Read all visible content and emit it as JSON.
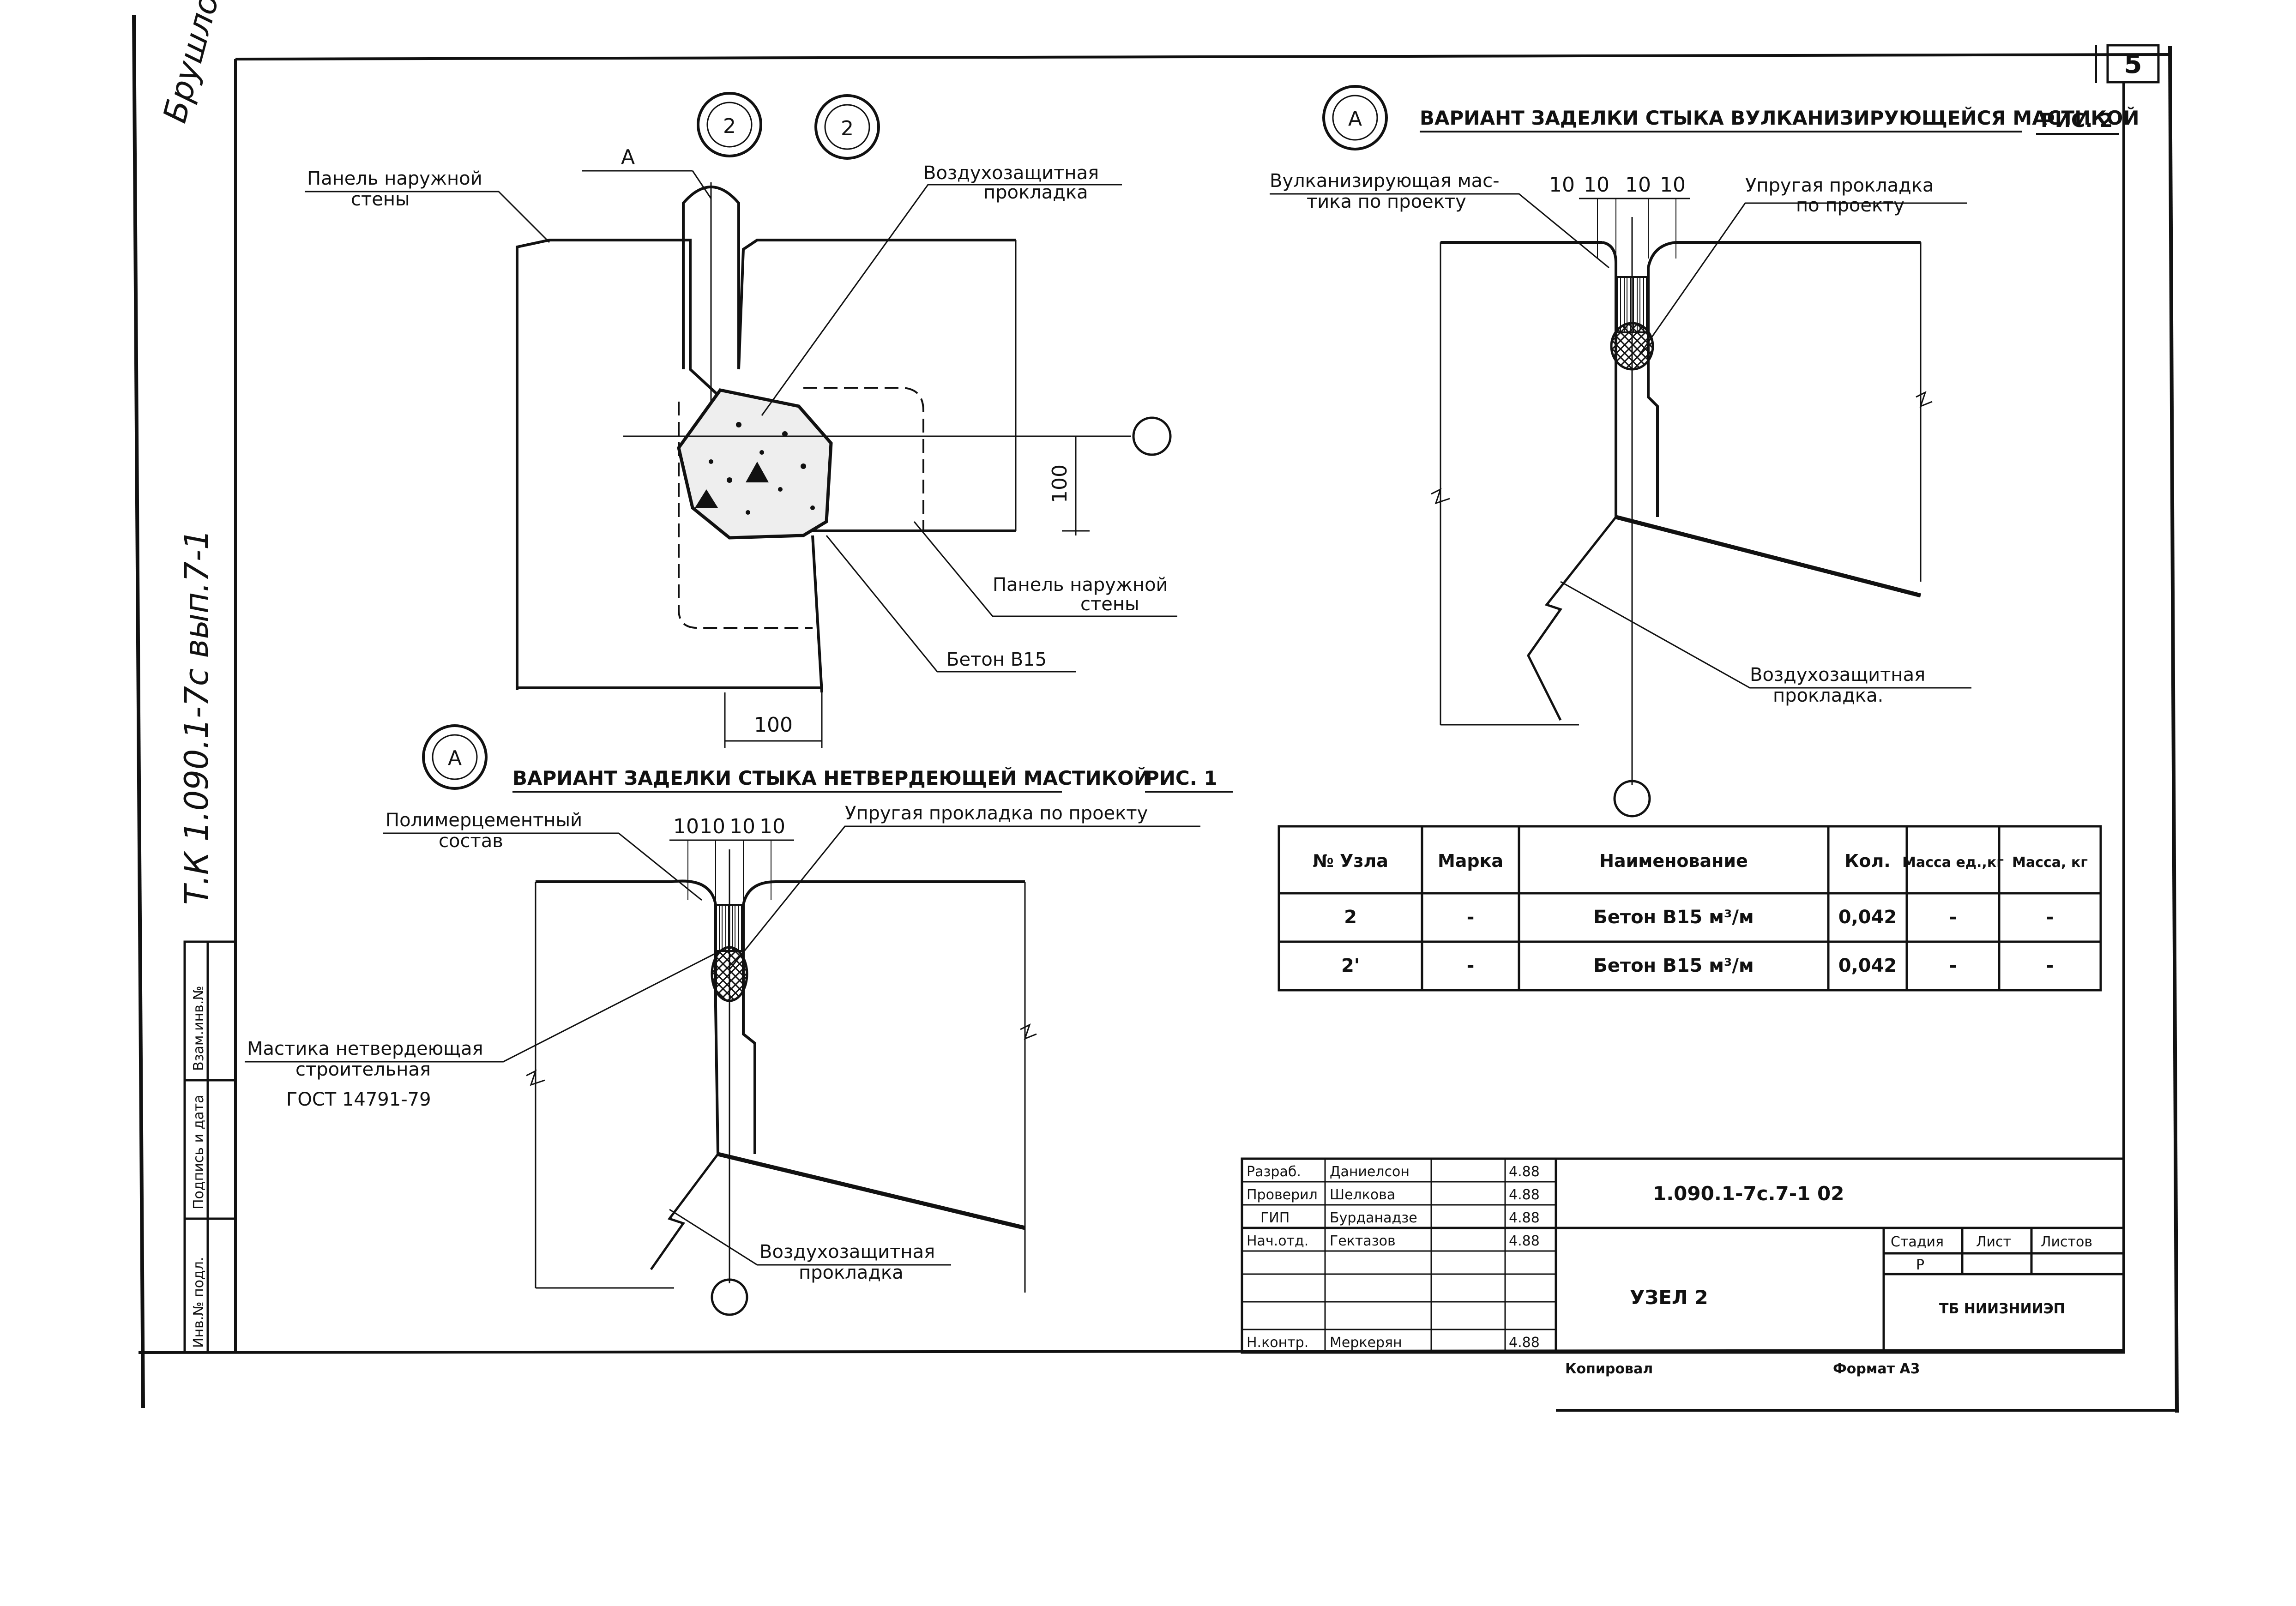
{
  "sheet": {
    "number": "5",
    "archive_handwriting": "Т.К 1.090.1-7с вып.7-1",
    "signature_scribble": "Брушлов",
    "side_stamp": [
      "Инв.№ подл.",
      "Подпись и дата",
      "Взам.инв.№"
    ]
  },
  "node_markers": {
    "left": "2",
    "right": "2",
    "section": "А"
  },
  "fig_top_left": {
    "dims": {
      "vertical": "100",
      "horizontal": "100"
    },
    "labels": {
      "panel_top": [
        "Панель наружной",
        "стены"
      ],
      "air_gasket": [
        "Воздухозащитная",
        "прокладка"
      ],
      "panel_bottom": [
        "Панель наружной",
        "стены"
      ],
      "concrete": "Бетон В15"
    }
  },
  "fig1": {
    "marker": "А",
    "title": "ВАРИАНТ ЗАДЕЛКИ СТЫКА НЕТВЕРДЕЮЩЕЙ МАСТИКОЙ",
    "fig_label": "РИС. 1",
    "dims": [
      "10",
      "10",
      "10",
      "10"
    ],
    "labels": {
      "polymer": [
        "Полимерцементный",
        "состав"
      ],
      "elastic": "Упругая прокладка по проекту",
      "mastic": [
        "Мастика нетвердеющая",
        "строительная",
        "ГОСТ 14791-79"
      ],
      "air_gasket": [
        "Воздухозащитная",
        "прокладка"
      ]
    }
  },
  "fig2": {
    "marker": "А",
    "title": "ВАРИАНТ ЗАДЕЛКИ СТЫКА ВУЛКАНИЗИРУЮЩЕЙСЯ МАСТИКОЙ",
    "fig_label": "РИС. 2",
    "dims": [
      "10",
      "10",
      "10",
      "10"
    ],
    "labels": {
      "vulcan": [
        "Вулканизирующая мас-",
        "тика по проекту"
      ],
      "elastic": [
        "Упругая прокладка",
        "по проекту"
      ],
      "air_gasket": [
        "Воздухозащитная",
        "прокладка."
      ]
    }
  },
  "spec_table": {
    "headers": [
      "№ Узла",
      "Марка",
      "Наименование",
      "Кол.",
      "Масса ед.,кг",
      "Масса, кг"
    ],
    "rows": [
      [
        "2",
        "-",
        "Бетон В15 м³/м",
        "0,042",
        "-",
        "-"
      ],
      [
        "2'",
        "-",
        "Бетон В15 м³/м",
        "0,042",
        "-",
        "-"
      ]
    ]
  },
  "title_block": {
    "code": "1.090.1-7с.7-1 02",
    "name": "УЗЕЛ 2",
    "roles": [
      {
        "role": "Разраб.",
        "name": "Даниелсон",
        "date": "4.88"
      },
      {
        "role": "Проверил",
        "name": "Шелкова",
        "date": "4.88"
      },
      {
        "role": "ГИП",
        "name": "Бурданадзе",
        "date": "4.88"
      },
      {
        "role": "Нач.отд.",
        "name": "Гектазов",
        "date": "4.88"
      },
      {
        "role": "Н.контр.",
        "name": "Меркерян",
        "date": "4.88"
      }
    ],
    "stage_header": "Стадия",
    "sheet_header": "Лист",
    "sheets_header": "Листов",
    "stage_value": "Р",
    "org": "ТБ НИИЗНИИЭП",
    "copied": "Копировал",
    "format": "Формат А3"
  }
}
